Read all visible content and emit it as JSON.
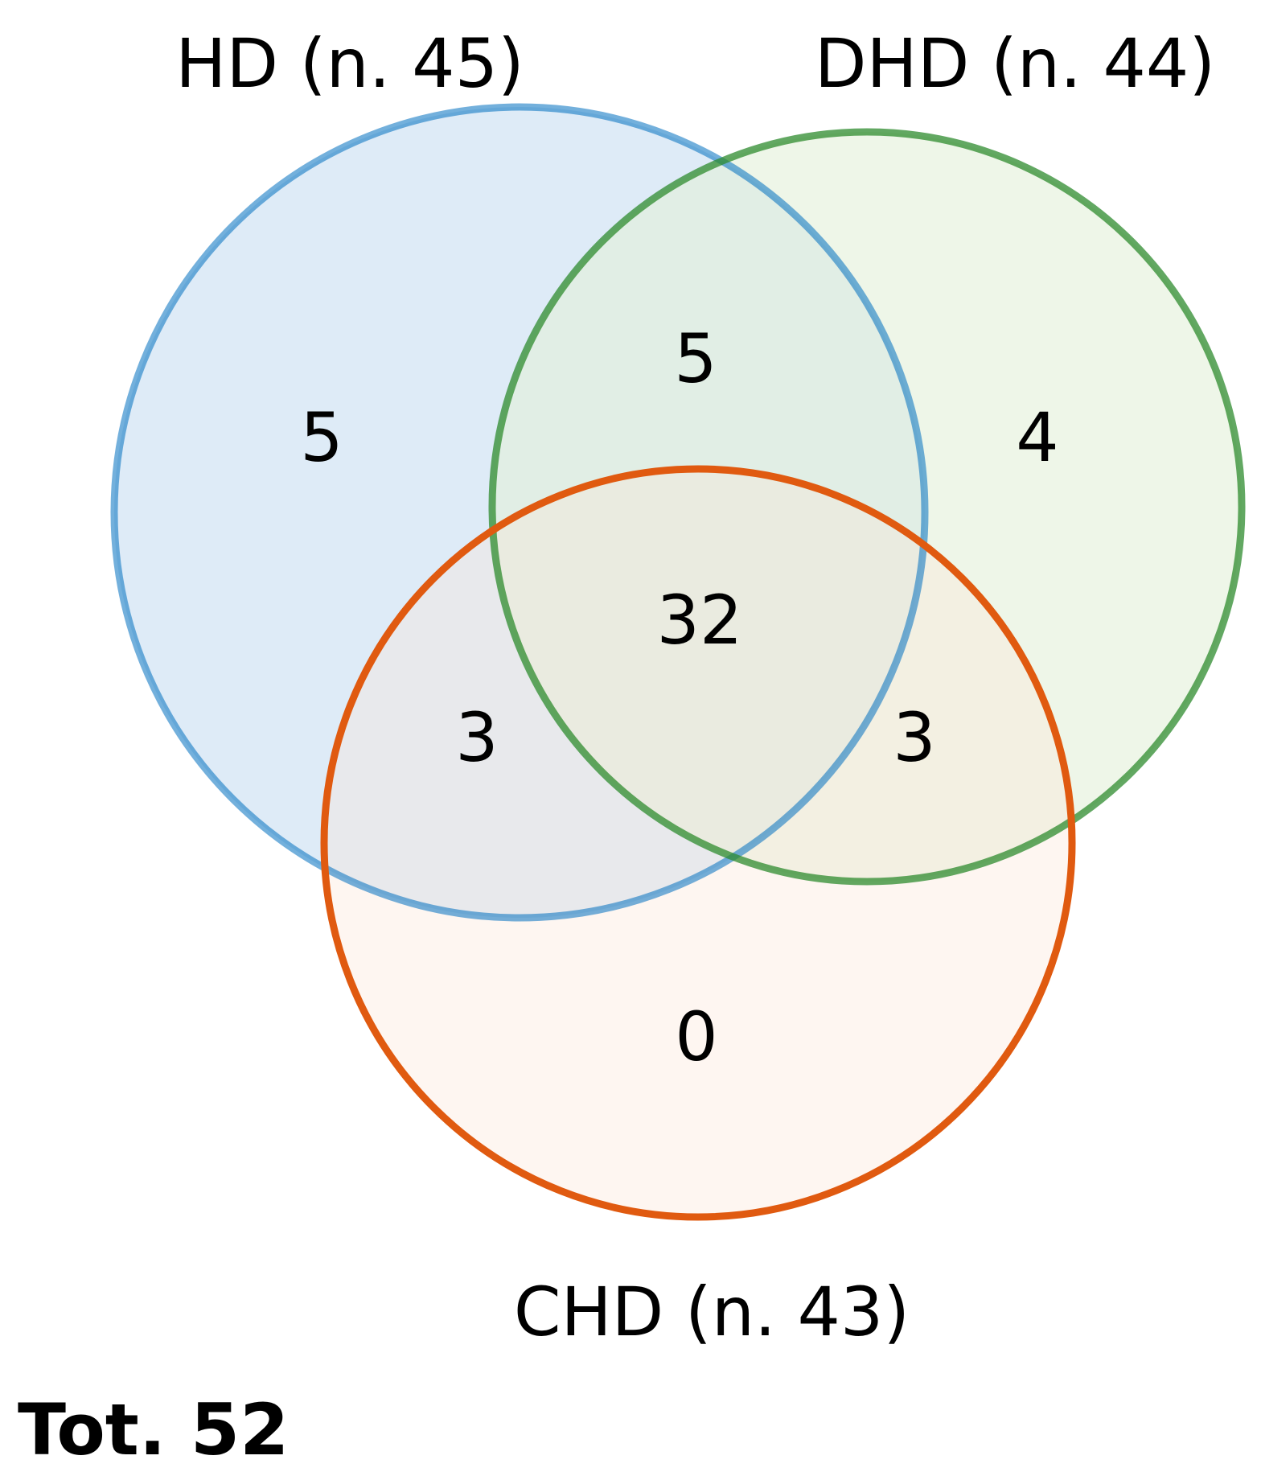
{
  "diagram": {
    "type": "venn3",
    "sets": [
      {
        "id": "hd",
        "label": "HD (n. 45)",
        "stroke": "#0070C0",
        "fill": "#DCEAF7"
      },
      {
        "id": "dhd",
        "label": "DHD (n. 44)",
        "stroke": "#2E8B2E",
        "fill": "#E2F0D9"
      },
      {
        "id": "chd",
        "label": "CHD (n. 43)",
        "stroke": "#E05A10",
        "fill": "#FBE5D6"
      }
    ],
    "regions": {
      "hd_only": "5",
      "dhd_only": "4",
      "chd_only": "0",
      "hd_dhd": "5",
      "hd_chd": "3",
      "dhd_chd": "3",
      "all": "32"
    },
    "total": "Tot. 52"
  }
}
